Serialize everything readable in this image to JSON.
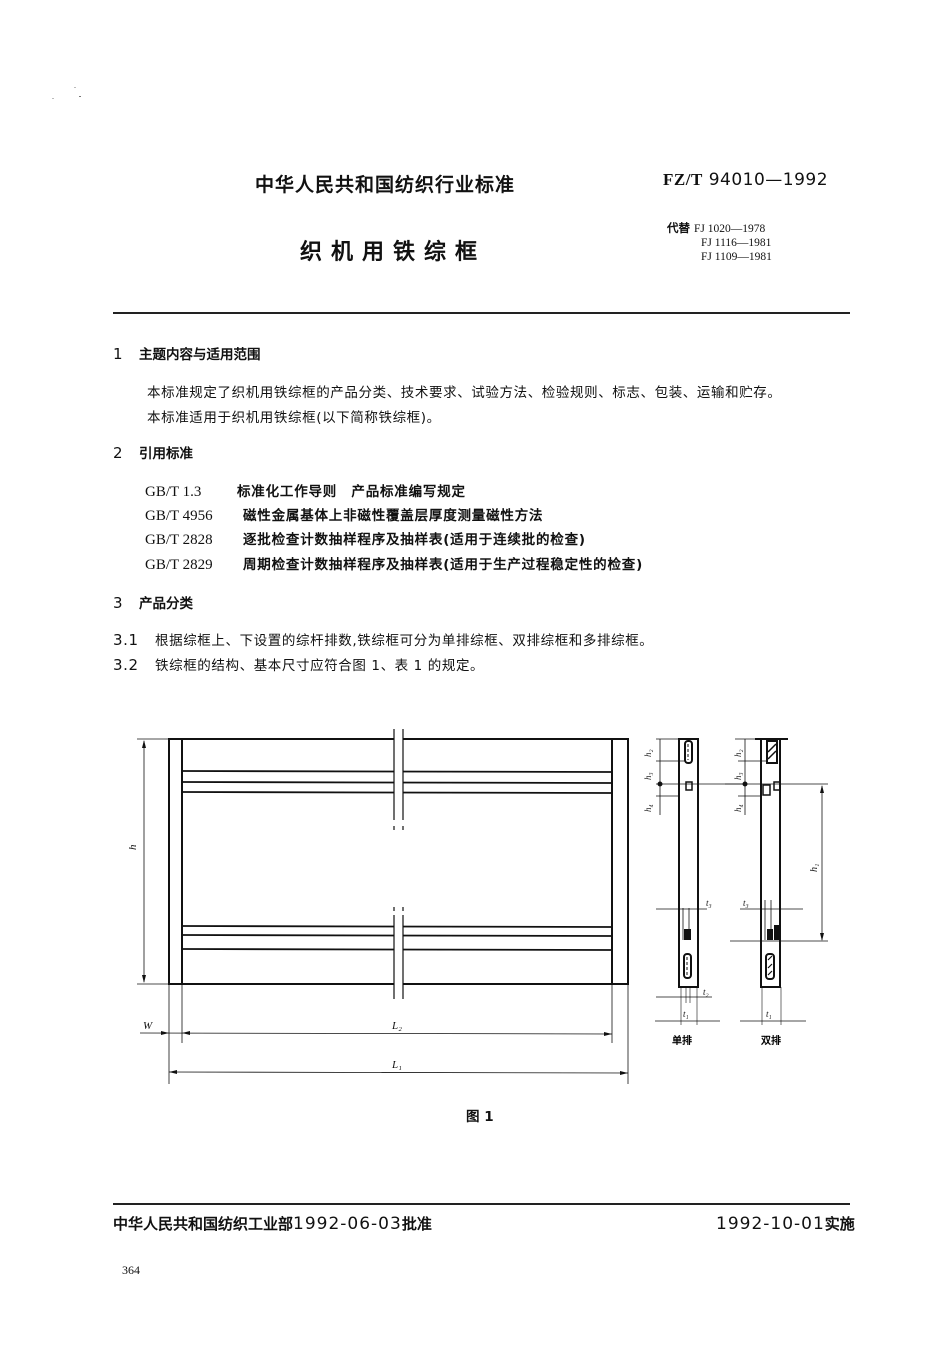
{
  "header": {
    "organization": "中华人民共和国纺织行业标准",
    "standard_prefix": "FZ/T",
    "standard_number": "94010—1992",
    "title": "织机用铁综框",
    "replaces_label": "代替",
    "replaces": [
      "FJ 1020—1978",
      "FJ 1116—1981",
      "FJ 1109—1981"
    ]
  },
  "sections": [
    {
      "number": "1",
      "title": "主题内容与适用范围",
      "paragraphs": [
        "本标准规定了织机用铁综框的产品分类、技术要求、试验方法、检验规则、标志、包装、运输和贮存。",
        "本标准适用于织机用铁综框(以下简称铁综框)。"
      ]
    },
    {
      "number": "2",
      "title": "引用标准",
      "references": [
        {
          "code": "GB/T 1.3",
          "title": "标准化工作导则　产品标准编写规定"
        },
        {
          "code": "GB/T 4956",
          "title": "磁性金属基体上非磁性覆盖层厚度测量磁性方法"
        },
        {
          "code": "GB/T 2828",
          "title": "逐批检查计数抽样程序及抽样表(适用于连续批的检查)"
        },
        {
          "code": "GB/T 2829",
          "title": "周期检查计数抽样程序及抽样表(适用于生产过程稳定性的检查)"
        }
      ]
    },
    {
      "number": "3",
      "title": "产品分类",
      "clauses": [
        {
          "number": "3.1",
          "text": "根据综框上、下设置的综杆排数,铁综框可分为单排综框、双排综框和多排综框。"
        },
        {
          "number": "3.2",
          "text": "铁综框的结构、基本尺寸应符合图 1、表 1 的规定。"
        }
      ]
    }
  ],
  "figure": {
    "caption": "图 1",
    "main_labels": {
      "h": "h",
      "W": "W",
      "L2": "L₂",
      "L1": "L₁"
    },
    "side_labels": {
      "h1": "h₁",
      "h2": "h₂",
      "h3": "h₃",
      "h4": "h₄",
      "t1": "t₁",
      "t2": "t₂",
      "t3": "t₃"
    },
    "single_row_label": "单排",
    "double_row_label": "双排"
  },
  "footer": {
    "approval_org": "中华人民共和国纺织工业部",
    "approval_date": "1992-06-03",
    "approval_suffix": "批准",
    "effective_date": "1992-10-01",
    "effective_suffix": "实施",
    "page_number": "364"
  }
}
